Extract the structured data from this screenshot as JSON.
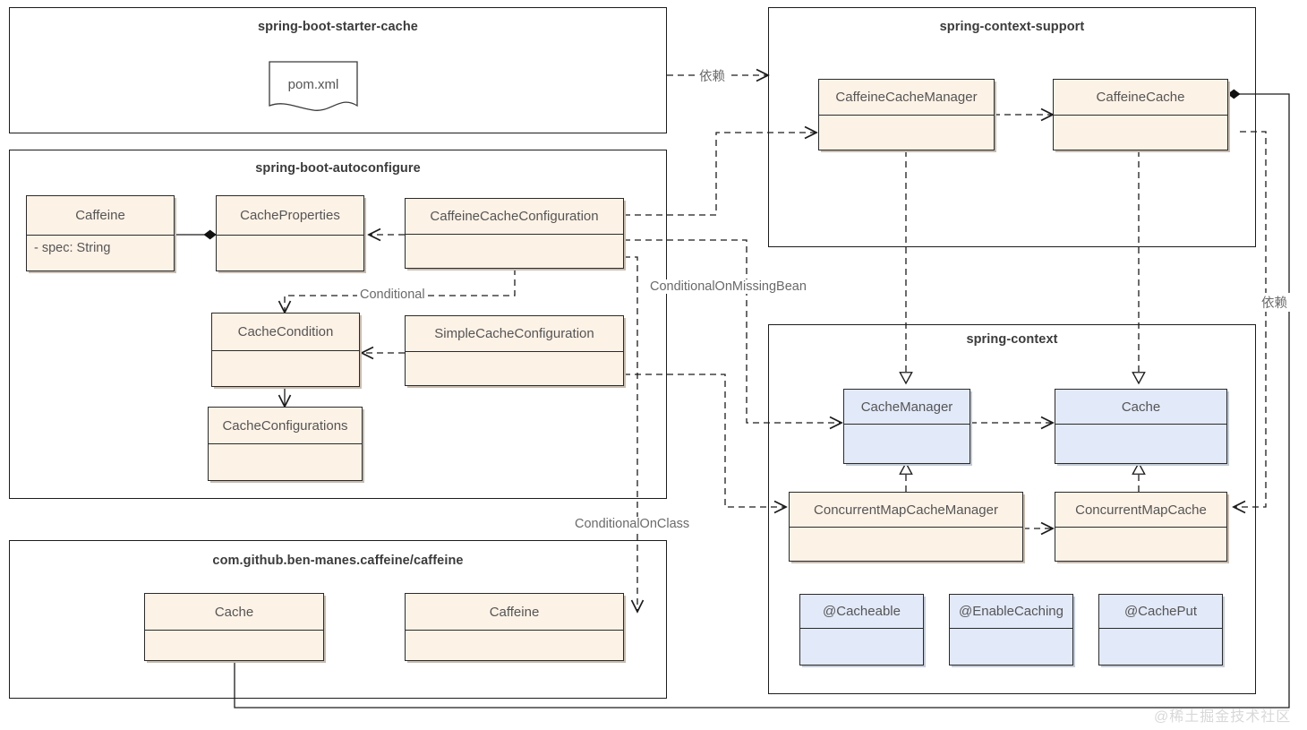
{
  "diagram": {
    "title": "Spring Boot Cache / Caffeine architecture UML package diagram",
    "watermark": "@稀土掘金技术社区",
    "colors": {
      "class_fill_orange": "#fdf2e6",
      "class_fill_blue": "#e2e9f8",
      "stroke": "#2a2a2a",
      "text": "#555555",
      "package_title": "#3b3b3b"
    }
  },
  "packages": [
    {
      "id": "starter",
      "title": "spring-boot-starter-cache"
    },
    {
      "id": "autoconfigure",
      "title": "spring-boot-autoconfigure"
    },
    {
      "id": "caffeine_pkg",
      "title": "com.github.ben-manes.caffeine/caffeine"
    },
    {
      "id": "ctx_support",
      "title": "spring-context-support"
    },
    {
      "id": "context",
      "title": "spring-context"
    }
  ],
  "note": {
    "label": "pom.xml"
  },
  "classes": [
    {
      "id": "caffeine_ac",
      "name": "Caffeine",
      "package": "autoconfigure",
      "kind": "class",
      "attrs": [
        "- spec: String"
      ]
    },
    {
      "id": "cacheprops",
      "name": "CacheProperties",
      "package": "autoconfigure",
      "kind": "class",
      "attrs": []
    },
    {
      "id": "caffeinecfg",
      "name": "CaffeineCacheConfiguration",
      "package": "autoconfigure",
      "kind": "class",
      "attrs": []
    },
    {
      "id": "cachecondition",
      "name": "CacheCondition",
      "package": "autoconfigure",
      "kind": "class",
      "attrs": []
    },
    {
      "id": "simplecfg",
      "name": "SimpleCacheConfiguration",
      "package": "autoconfigure",
      "kind": "class",
      "attrs": []
    },
    {
      "id": "cacheconfigs",
      "name": "CacheConfigurations",
      "package": "autoconfigure",
      "kind": "class",
      "attrs": []
    },
    {
      "id": "caf_cache",
      "name": "Cache",
      "package": "caffeine_pkg",
      "kind": "class",
      "attrs": []
    },
    {
      "id": "caf_caffeine",
      "name": "Caffeine",
      "package": "caffeine_pkg",
      "kind": "class",
      "attrs": []
    },
    {
      "id": "caffeinemgr",
      "name": "CaffeineCacheManager",
      "package": "ctx_support",
      "kind": "class",
      "attrs": []
    },
    {
      "id": "caffeinecache",
      "name": "CaffeineCache",
      "package": "ctx_support",
      "kind": "class",
      "attrs": []
    },
    {
      "id": "cachemanager",
      "name": "CacheManager",
      "package": "context",
      "kind": "interface",
      "attrs": []
    },
    {
      "id": "cache_if",
      "name": "Cache",
      "package": "context",
      "kind": "interface",
      "attrs": []
    },
    {
      "id": "cmcmanager",
      "name": "ConcurrentMapCacheManager",
      "package": "context",
      "kind": "class",
      "attrs": []
    },
    {
      "id": "cmcache",
      "name": "ConcurrentMapCache",
      "package": "context",
      "kind": "class",
      "attrs": []
    },
    {
      "id": "ann_cacheable",
      "name": "@Cacheable",
      "package": "context",
      "kind": "annotation",
      "attrs": []
    },
    {
      "id": "ann_enable",
      "name": "@EnableCaching",
      "package": "context",
      "kind": "annotation",
      "attrs": []
    },
    {
      "id": "ann_cacheput",
      "name": "@CachePut",
      "package": "context",
      "kind": "annotation",
      "attrs": []
    }
  ],
  "edge_labels": [
    {
      "id": "dep_top",
      "text": "依赖"
    },
    {
      "id": "conditional",
      "text": "Conditional"
    },
    {
      "id": "cond_missing",
      "text": "ConditionalOnMissingBean"
    },
    {
      "id": "cond_class",
      "text": "ConditionalOnClass"
    },
    {
      "id": "dep_right",
      "text": "依赖"
    }
  ]
}
